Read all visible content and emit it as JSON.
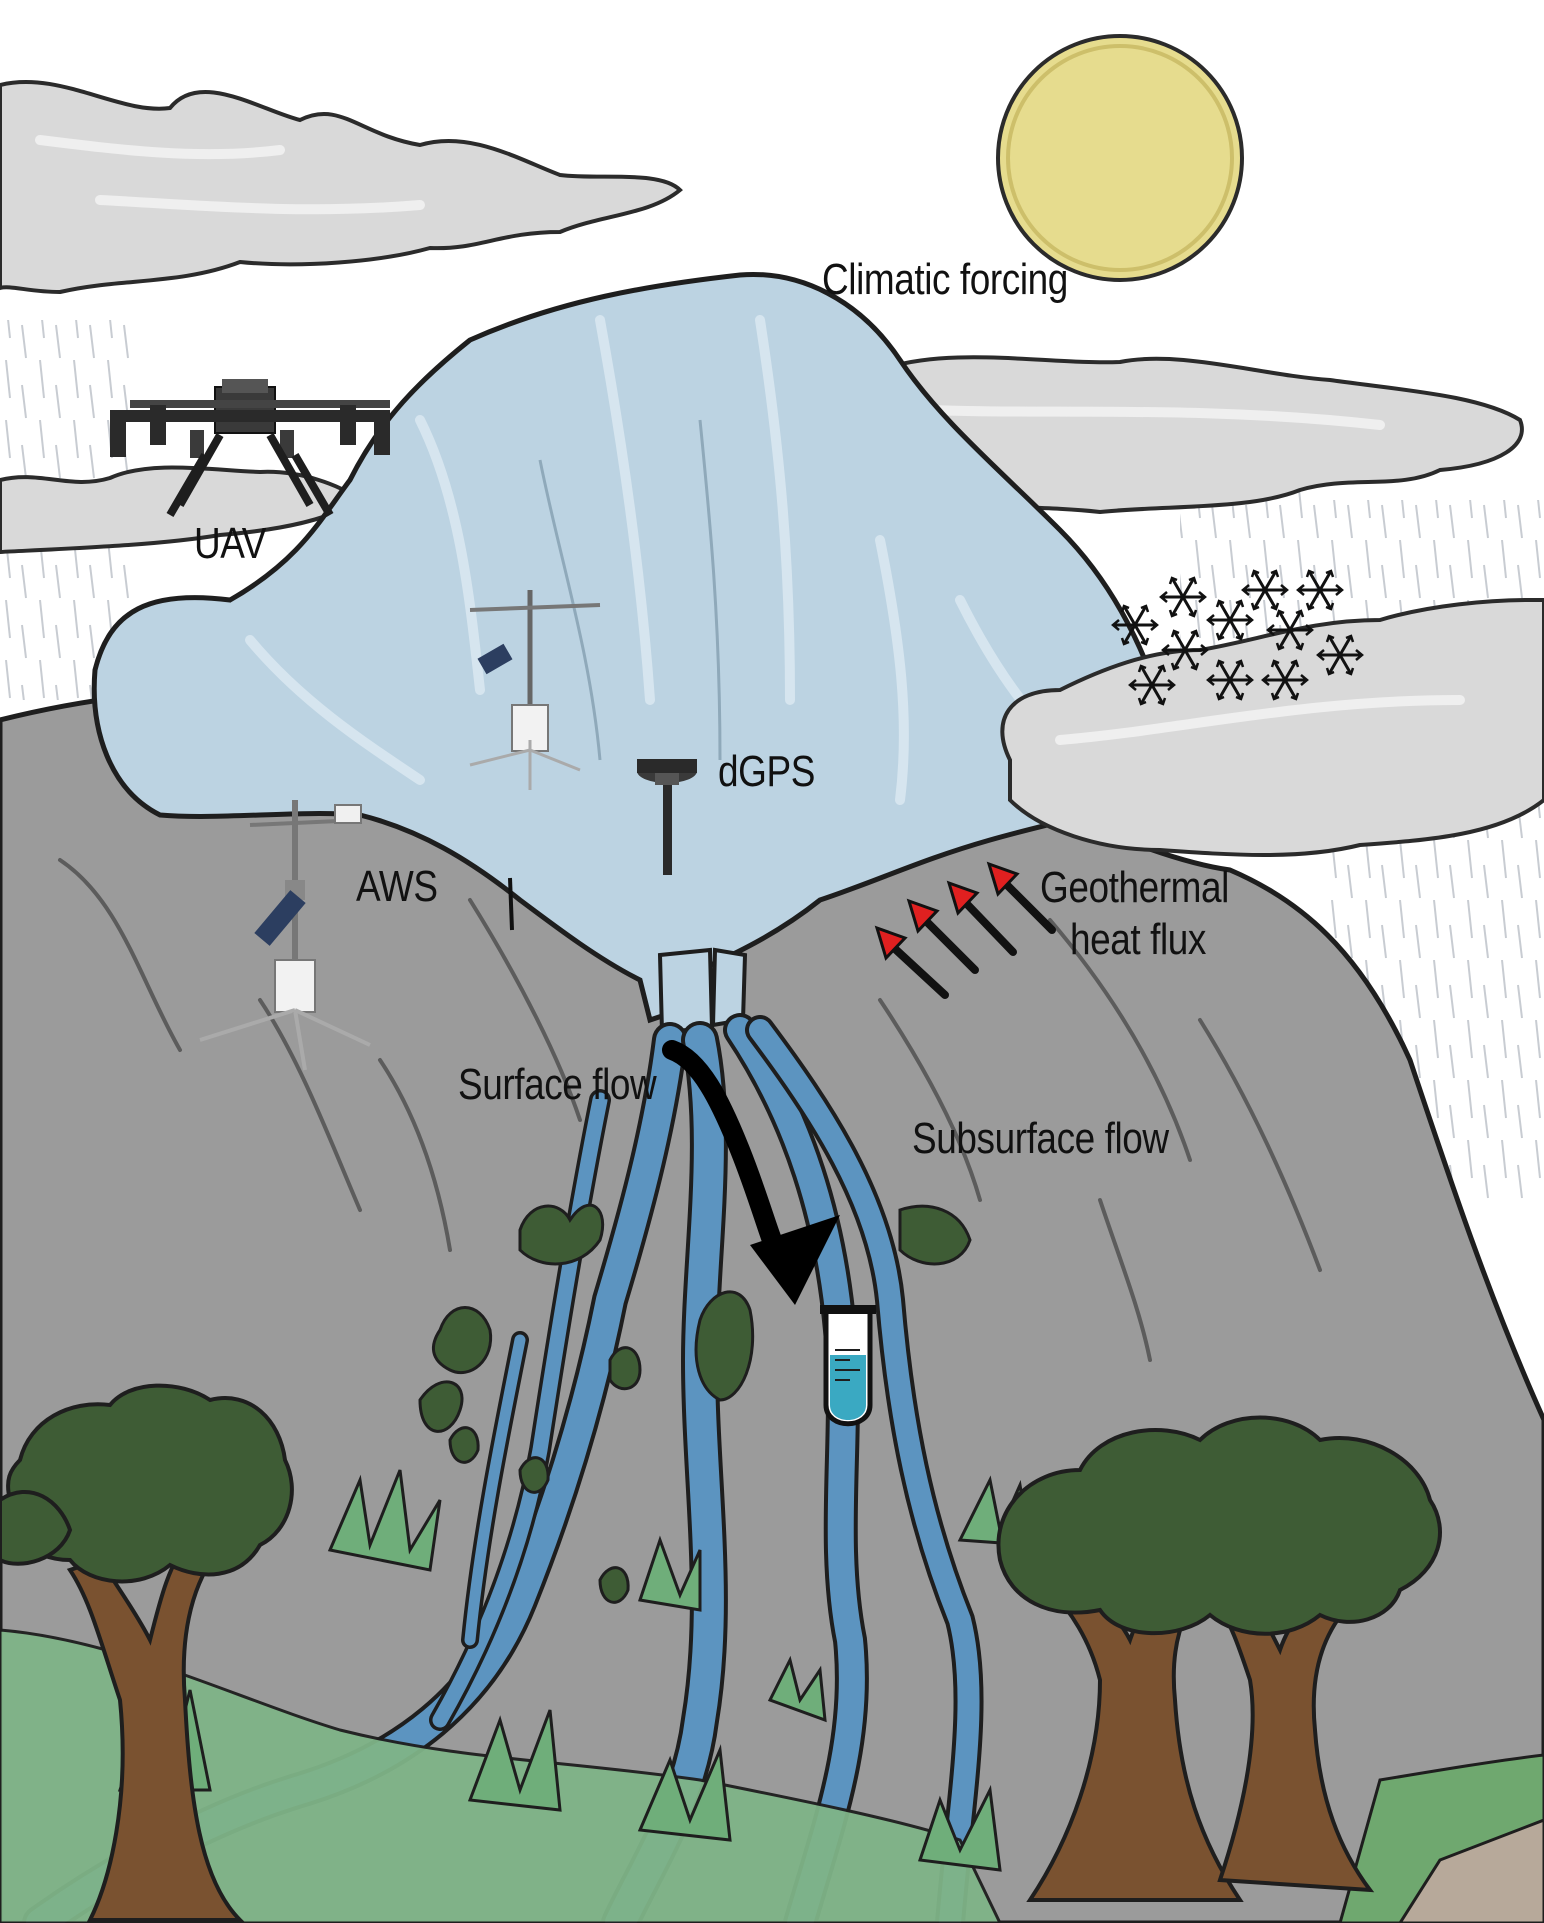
{
  "labels": {
    "climatic_forcing": "Climatic forcing",
    "uav": "UAV",
    "dgps": "dGPS",
    "aws": "AWS",
    "geothermal_line1": "Geothermal",
    "geothermal_line2": "heat flux",
    "surface_flow": "Surface flow",
    "subsurface_flow": "Subsurface flow"
  },
  "colors": {
    "sky": "#ffffff",
    "cloud": "#d9d9d9",
    "sun": "#e6dc8e",
    "glacier": "#bcd3e2",
    "mountain": "#9b9b9b",
    "river": "#5c94c0",
    "foliage": "#3e5c35",
    "trunk": "#7a5230",
    "grass": "#7fb488",
    "heat_arrow_tip": "#e02020",
    "flow_arrow": "#000000",
    "sample_liquid": "#3aa9c2"
  },
  "icons": [
    "drone-icon",
    "weather-station-icon",
    "gps-antenna-icon",
    "snowflake-icon",
    "test-tube-icon",
    "sun-icon",
    "cloud-icon",
    "tree-icon"
  ]
}
